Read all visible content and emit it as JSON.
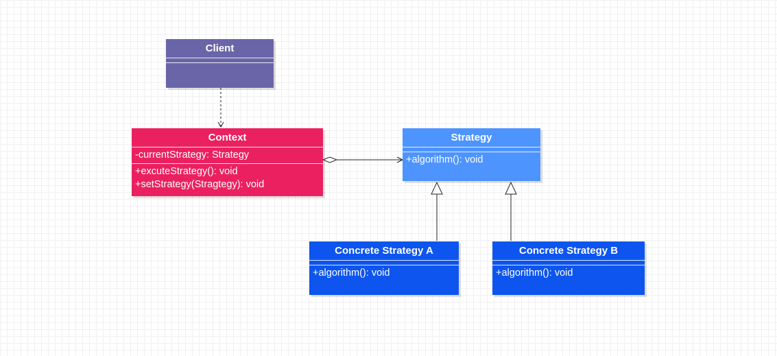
{
  "colors": {
    "client": "#6a65a8",
    "context": "#eb2061",
    "strategy": "#4d94ff",
    "concrete": "#0d55ee"
  },
  "client": {
    "name": "Client"
  },
  "context": {
    "name": "Context",
    "attributes": [
      "-currentStrategy: Strategy"
    ],
    "methods": [
      "+excuteStrategy(): void",
      "+setStrategy(Stragtegy): void"
    ]
  },
  "strategy": {
    "name": "Strategy",
    "methods": [
      "+algorithm(): void"
    ]
  },
  "concrete_a": {
    "name": "Concrete Strategy A",
    "methods": [
      "+algorithm(): void"
    ]
  },
  "concrete_b": {
    "name": "Concrete Strategy B",
    "methods": [
      "+algorithm(): void"
    ]
  }
}
